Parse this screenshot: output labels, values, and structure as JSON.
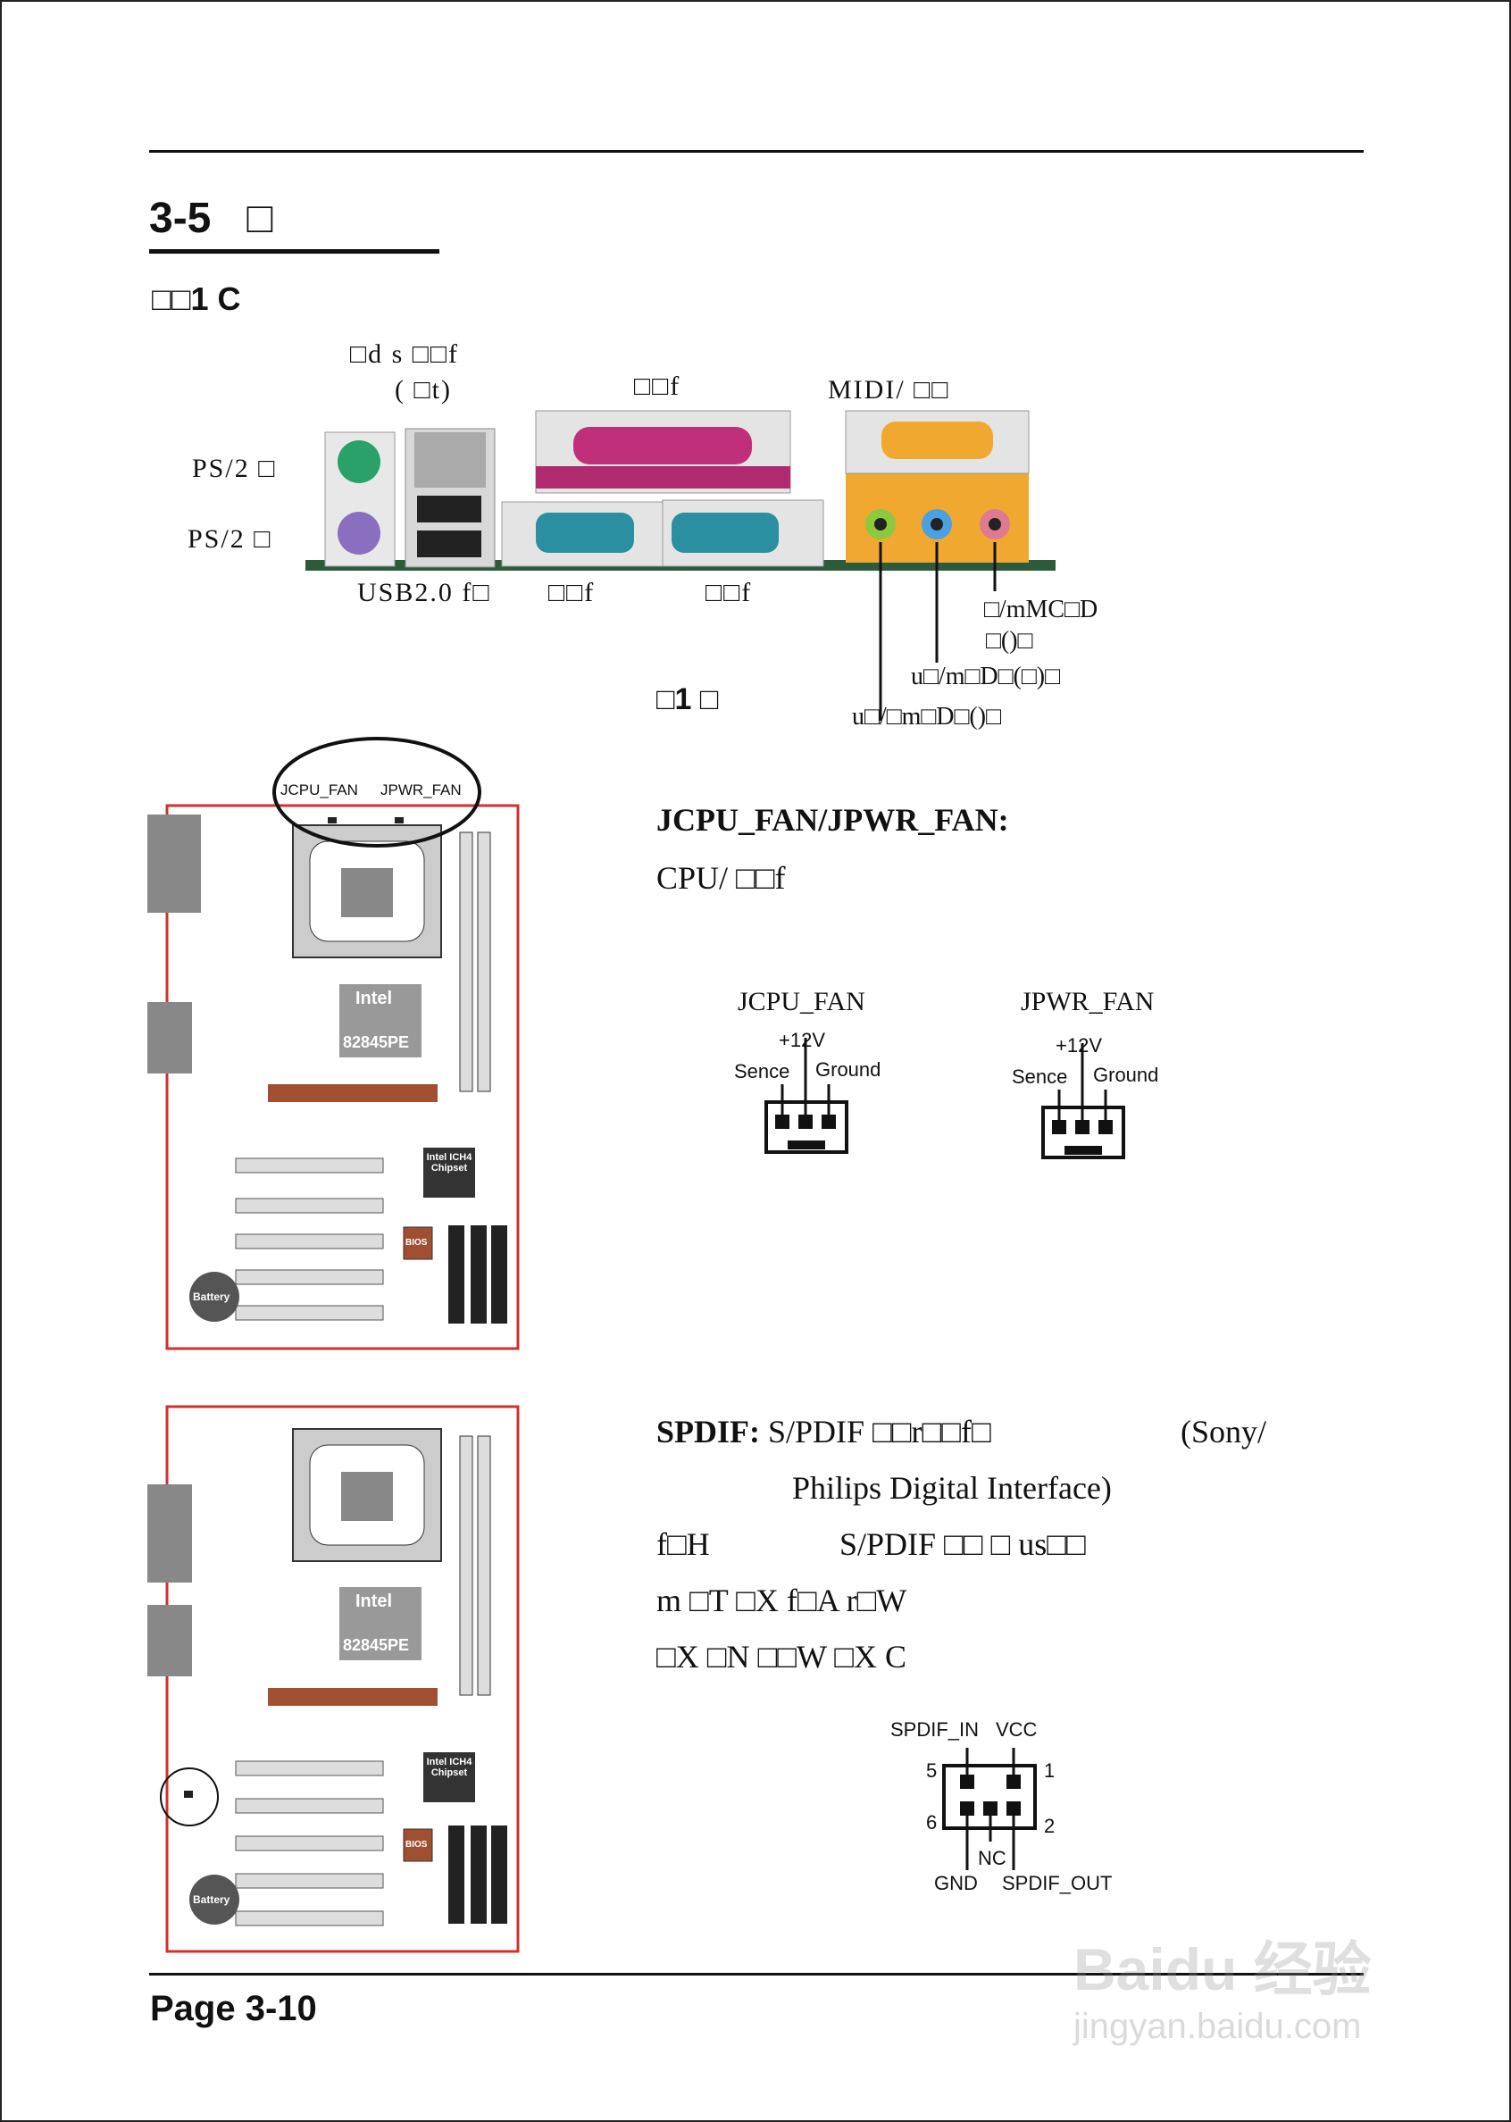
{
  "section": {
    "number": "3-5",
    "title": "□"
  },
  "subheading": "□□1 C",
  "rear_panel": {
    "labels": {
      "lan_top": "□d s □□f",
      "lan_bottom": "( □t)",
      "parallel": "□□f",
      "midi": "MIDI/ □□",
      "ps2_top": "PS/2 □",
      "ps2_bottom": "PS/2 □",
      "usb": "USB2.0 f□",
      "com1": "□□f",
      "com2": "□□f",
      "line_out_a": "□/mMC□D",
      "line_out_b": "□()□",
      "line_in": "u□/m□D□(□)□",
      "mic": "u□/□m□D□()□"
    },
    "figure_caption": "□1 □",
    "colors": {
      "ps2_keyboard": "#8a6fc0",
      "ps2_mouse": "#2aa06a",
      "parallel": "#c0307a",
      "serial": "#2a8fa0",
      "game": "#f0a830",
      "line_in": "#4aa0e0",
      "line_out": "#8cc840",
      "mic": "#e07a90"
    }
  },
  "board": {
    "chip_north": "Intel",
    "chip_north_model": "82845PE",
    "chip_south": "Intel ICH4 Chipset",
    "battery": "Battery",
    "bios": "BIOS",
    "fan_labels": [
      "JCPU_FAN",
      "JPWR_FAN"
    ]
  },
  "fan": {
    "heading": "JCPU_FAN/JPWR_FAN:",
    "desc": "CPU/ □□f",
    "connectors": [
      {
        "name": "JCPU_FAN",
        "pins": [
          "+12V",
          "Sence",
          "Ground"
        ]
      },
      {
        "name": "JPWR_FAN",
        "pins": [
          "+12V",
          "Sence",
          "Ground"
        ]
      }
    ]
  },
  "spdif": {
    "heading": "SPDIF:",
    "line1": "S/PDIF □□r□□f□",
    "line1_right": "(Sony/",
    "line2": "Philips  Digital Interface)",
    "line3a": "f□H",
    "line3b": "S/PDIF □□ □ us□□",
    "line4": "m □T □X f□A r□W",
    "line5": "□X □N □□W □X C",
    "pins": {
      "top_left": "SPDIF_IN",
      "top_right": "VCC",
      "n5": "5",
      "n1": "1",
      "n6": "6",
      "n2": "2",
      "nc": "NC",
      "gnd": "GND",
      "out": "SPDIF_OUT"
    }
  },
  "footer": {
    "page": "Page 3-10"
  },
  "watermark": {
    "brand": "Baidu 经验",
    "url": "jingyan.baidu.com"
  }
}
